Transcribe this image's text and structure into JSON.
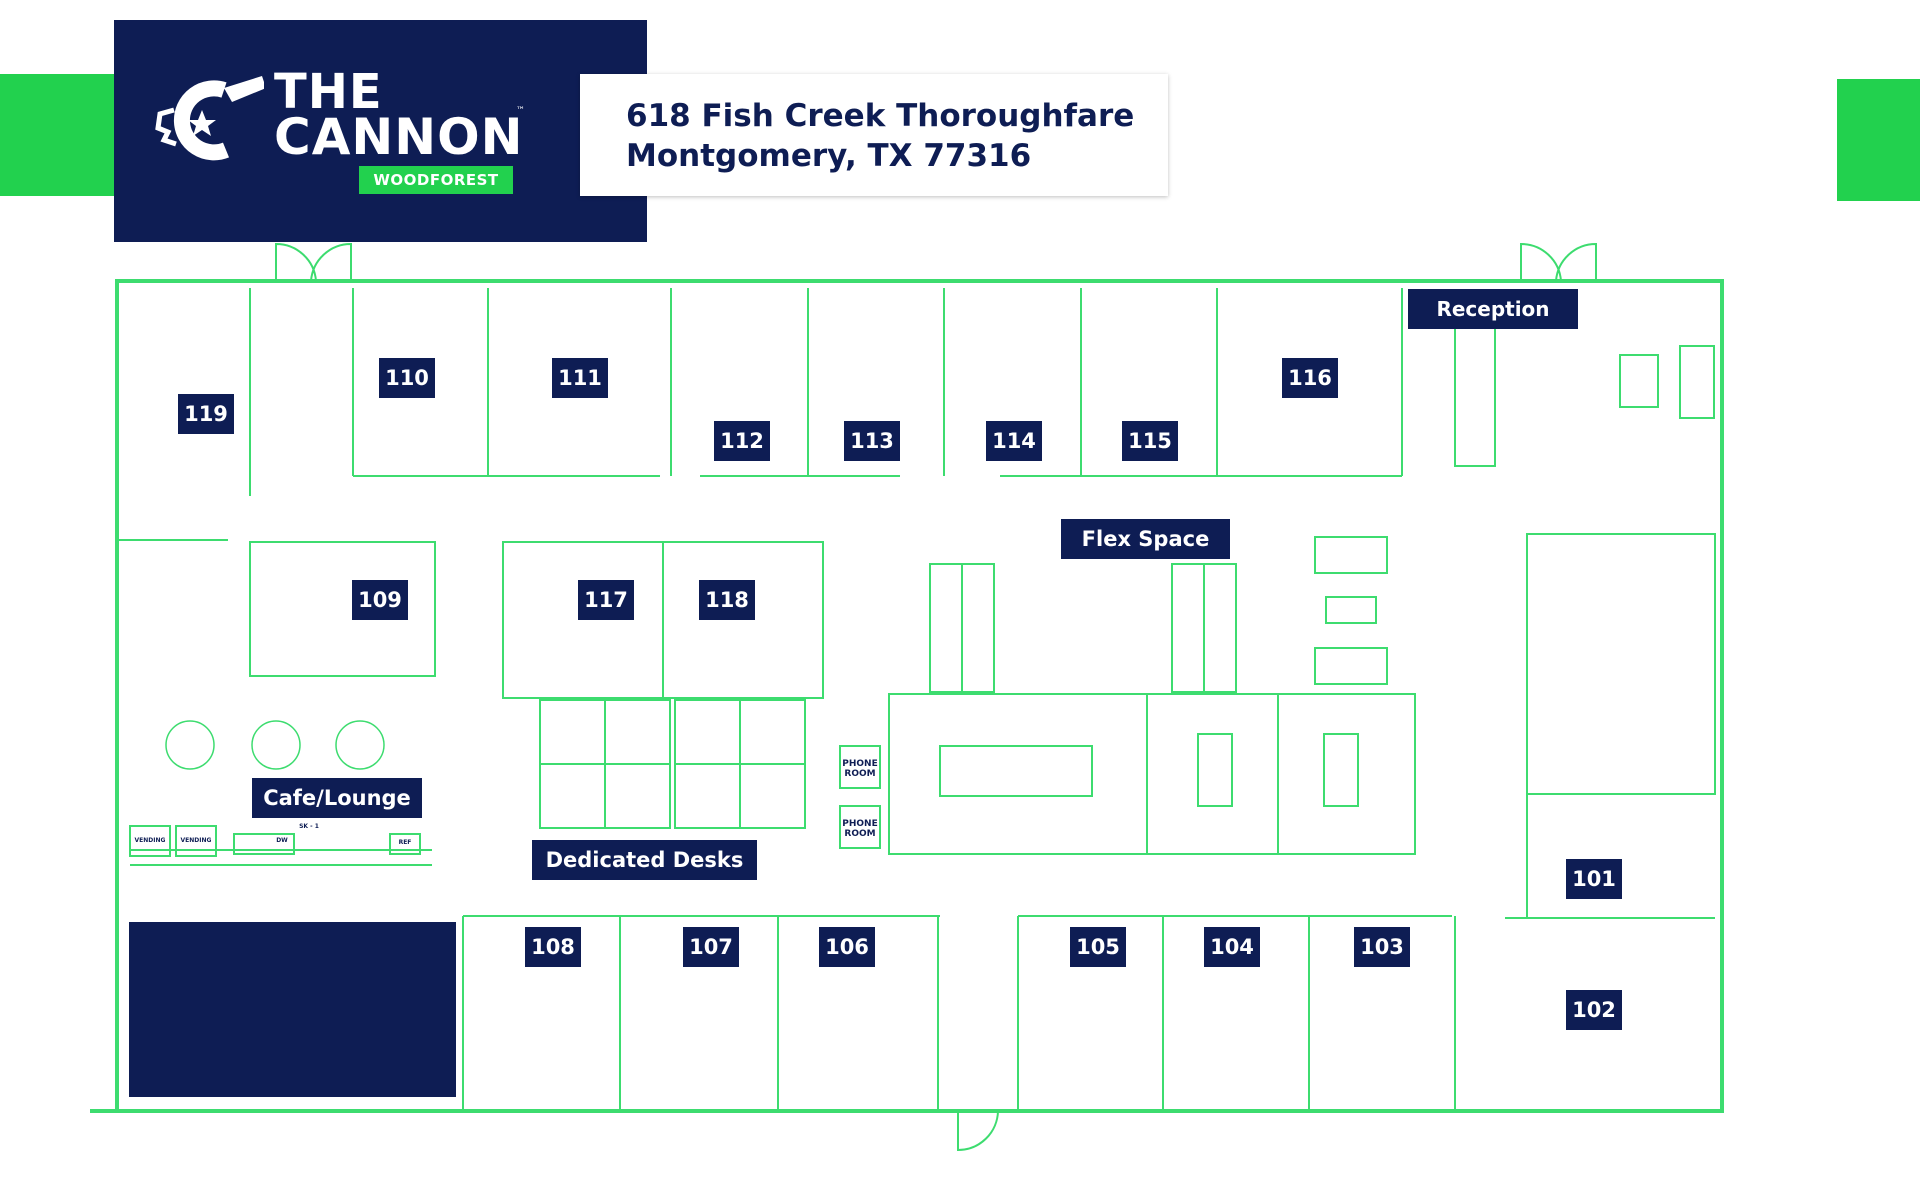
{
  "brand": {
    "line1": "THE",
    "line2": "CANNON",
    "trademark": "™",
    "location_tag": "WOODFOREST",
    "colors": {
      "navy": "#0e1d54",
      "green": "#22d14e",
      "plan_line": "#3ddc6f"
    }
  },
  "address": {
    "line1": "618 Fish Creek Thoroughfare",
    "line2": "Montgomery, TX 77316"
  },
  "areas": {
    "reception": "Reception",
    "flex_space": "Flex Space",
    "cafe_lounge": "Cafe/Lounge",
    "dedicated_desks": "Dedicated Desks"
  },
  "rooms": {
    "r101": "101",
    "r102": "102",
    "r103": "103",
    "r104": "104",
    "r105": "105",
    "r106": "106",
    "r107": "107",
    "r108": "108",
    "r109": "109",
    "r110": "110",
    "r111": "111",
    "r112": "112",
    "r113": "113",
    "r114": "114",
    "r115": "115",
    "r116": "116",
    "r117": "117",
    "r118": "118",
    "r119": "119"
  },
  "small_labels": {
    "phone_room_1": "PHONE ROOM",
    "phone_room_2": "PHONE ROOM",
    "vending_1": "VENDING",
    "vending_2": "VENDING",
    "dw": "DW",
    "sink": "SK - 1",
    "ref": "REF"
  }
}
